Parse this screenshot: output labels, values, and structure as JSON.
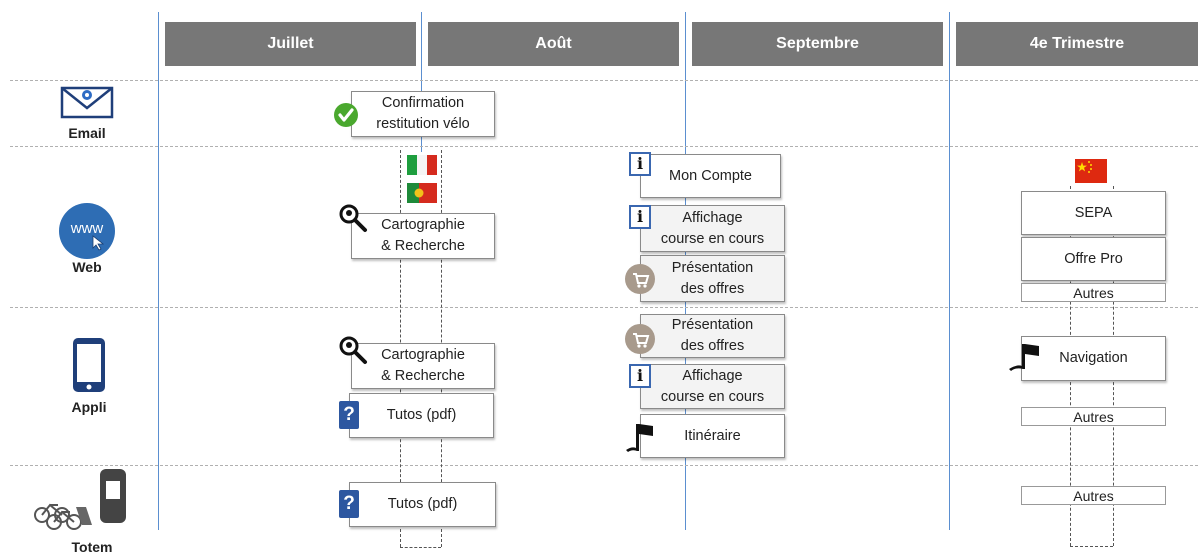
{
  "columns": [
    "Juillet",
    "Août",
    "Septembre",
    "4e Trimestre"
  ],
  "rows": {
    "email": "Email",
    "web": "Web",
    "appli": "Appli",
    "totem": "Totem"
  },
  "icons": {
    "email": "envelope-icon",
    "web": "www-globe-icon",
    "appli": "smartphone-icon",
    "totem": "bike-totem-icon",
    "check": "check-icon",
    "search": "magnifier-icon",
    "info": "info-icon",
    "cart": "cart-icon",
    "help": "help-icon",
    "nav": "navigation-flag-icon",
    "flag_it": "italy-flag-icon",
    "flag_pt": "portugal-flag-icon",
    "flag_cn": "china-flag-icon"
  },
  "www_text": "www",
  "info_glyph": "i",
  "help_glyph": "?",
  "boxes": {
    "email_confirmation": "Confirmation\nrestitution vélo",
    "web_carto": "Cartographie\n& Recherche",
    "web_compte": "Mon Compte",
    "web_affichage": "Affichage\ncourse en cours",
    "web_presentation": "Présentation\ndes offres",
    "web_sepa": "SEPA",
    "web_offrepro": "Offre Pro",
    "web_autres": "Autres",
    "appli_carto": "Cartographie\n& Recherche",
    "appli_tutos": "Tutos (pdf)",
    "appli_presentation": "Présentation\ndes offres",
    "appli_affichage": "Affichage\ncourse en cours",
    "appli_itineraire": "Itinéraire",
    "appli_navigation": "Navigation",
    "appli_autres": "Autres",
    "totem_tutos": "Tutos (pdf)",
    "totem_autres": "Autres"
  },
  "colors": {
    "header_bg": "#777777",
    "timeline_line": "#5b8fd0",
    "check_green": "#4aa82e",
    "help_blue": "#2d57a0",
    "info_border": "#3a67b0"
  }
}
